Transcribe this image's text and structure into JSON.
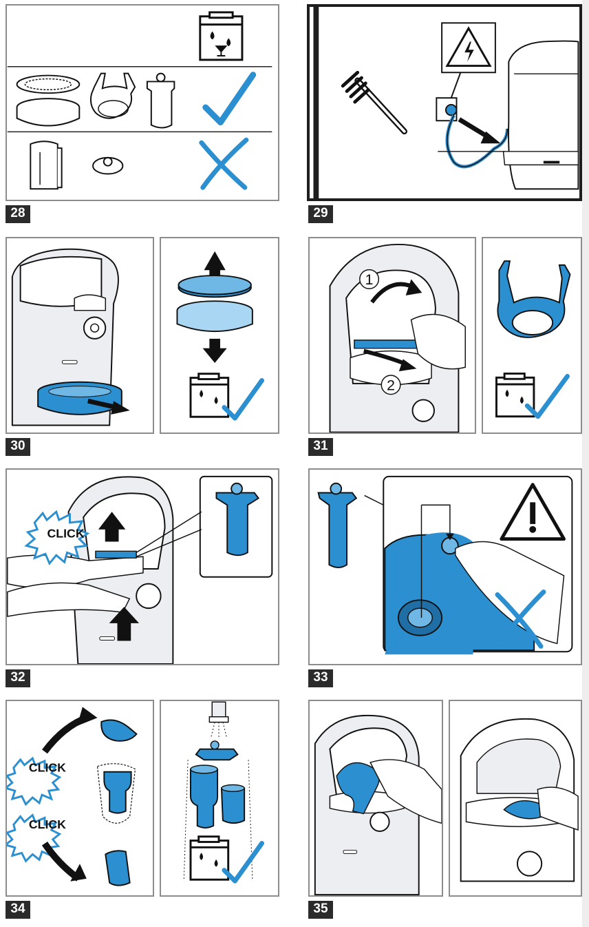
{
  "steps": [
    {
      "number": "28"
    },
    {
      "number": "29"
    },
    {
      "number": "30"
    },
    {
      "number": "31"
    },
    {
      "number": "32"
    },
    {
      "number": "33"
    },
    {
      "number": "34"
    },
    {
      "number": "35"
    }
  ],
  "callouts": {
    "click": "CLICK",
    "step_1": "1",
    "step_2": "2"
  },
  "colors": {
    "accent_blue": "#2b8fd0",
    "line": "#1a1a1a",
    "frame": "#8c8c8c",
    "label_bg": "#2b2b2b"
  },
  "icons": [
    "dishwasher-icon",
    "check-icon",
    "cross-icon",
    "warning-icon",
    "electric-warning-icon",
    "brush-icon",
    "arrow-icon"
  ]
}
